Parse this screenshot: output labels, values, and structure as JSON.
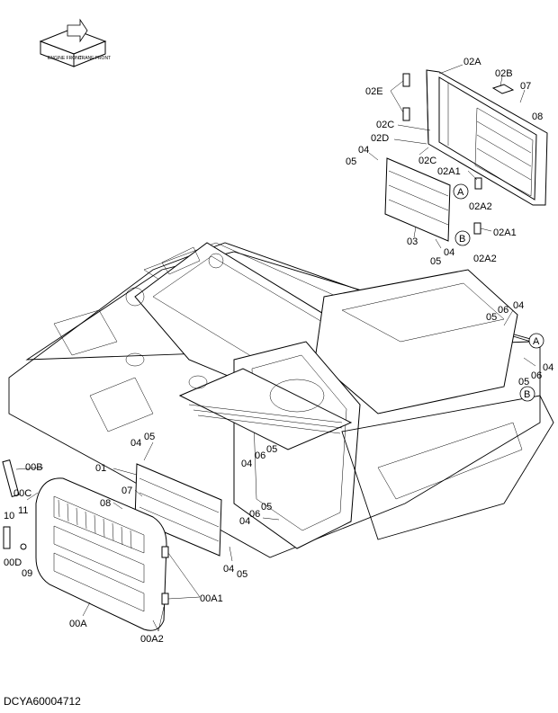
{
  "drawing_code": "DCYA60004712",
  "orientation_icon": {
    "name": "orientation-cube-icon",
    "labels": [
      "ENGINE FRONT",
      "CRANE FRONT"
    ]
  },
  "callouts": {
    "c02A": "02A",
    "c02B": "02B",
    "c07a": "07",
    "c08a": "08",
    "c02E": "02E",
    "c02C1": "02C",
    "c02D": "02D",
    "c02C2": "02C",
    "c04a": "04",
    "c05a": "05",
    "c02A1a": "02A1",
    "c02A2a": "02A2",
    "c03": "03",
    "c02A1b": "02A1",
    "c04b": "04",
    "c05b": "05",
    "c02A2b": "02A2",
    "c04c": "04",
    "c06c": "06",
    "c05c": "05",
    "c04d": "04",
    "c06d": "06",
    "c05d": "05",
    "c04e": "04",
    "c05e": "05",
    "c05f": "05",
    "c06f": "06",
    "c04f": "04",
    "c01": "01",
    "c07b": "07",
    "c08b": "08",
    "c05g": "05",
    "c06g": "06",
    "c04g": "04",
    "c04h": "04",
    "c05h": "05",
    "c00B": "00B",
    "c00C": "00C",
    "c10": "10",
    "c11": "11",
    "c00D": "00D",
    "c09": "09",
    "c00A1": "00A1",
    "c00A": "00A",
    "c00A2": "00A2"
  },
  "markers": {
    "A": "A",
    "B": "B"
  }
}
